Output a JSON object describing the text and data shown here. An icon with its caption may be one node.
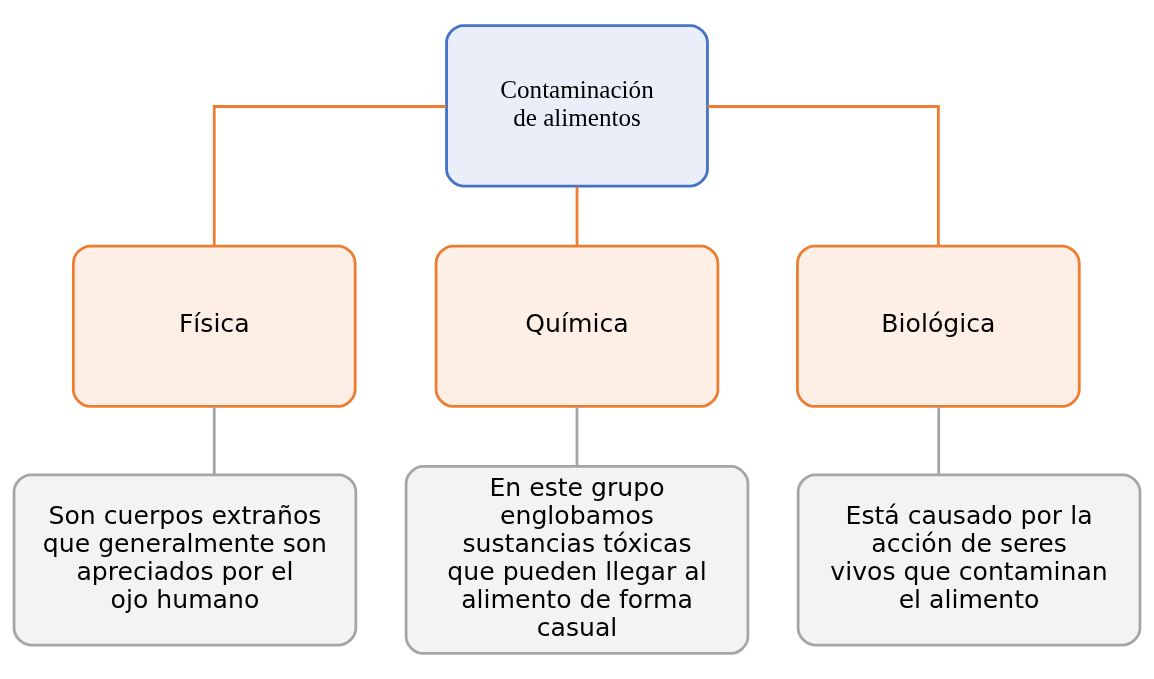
{
  "diagram": {
    "nodes": [
      {
        "text": [
          "Contaminación de alimentos"
        ]
      },
      {
        "text": [
          "Física"
        ]
      },
      {
        "text": [
          "Química"
        ]
      },
      {
        "text": [
          "Biológica"
        ]
      },
      {
        "text": [
          "Son cuerpos extraños que generalmente son apreciados por el ojo humano"
        ]
      },
      {
        "text": [
          "En este grupo englobamos sustancias tóxicas que pueden llegar al alimento de forma casual"
        ]
      },
      {
        "text": [
          "Está causado por la acción de seres vivos que contaminan el alimento"
        ]
      }
    ],
    "edges": [
      {
        "from": 0,
        "to": 1,
        "arrow": "none"
      },
      {
        "from": 0,
        "to": 2,
        "arrow": "none"
      },
      {
        "from": 0,
        "to": 3,
        "arrow": "none"
      },
      {
        "from": 1,
        "to": 4,
        "arrow": "none",
        "color": "#a5a5a5"
      },
      {
        "from": 2,
        "to": 5,
        "arrow": "none",
        "color": "#a5a5a5"
      },
      {
        "from": 3,
        "to": 6,
        "arrow": "none",
        "color": "#a5a5a5"
      }
    ]
  }
}
